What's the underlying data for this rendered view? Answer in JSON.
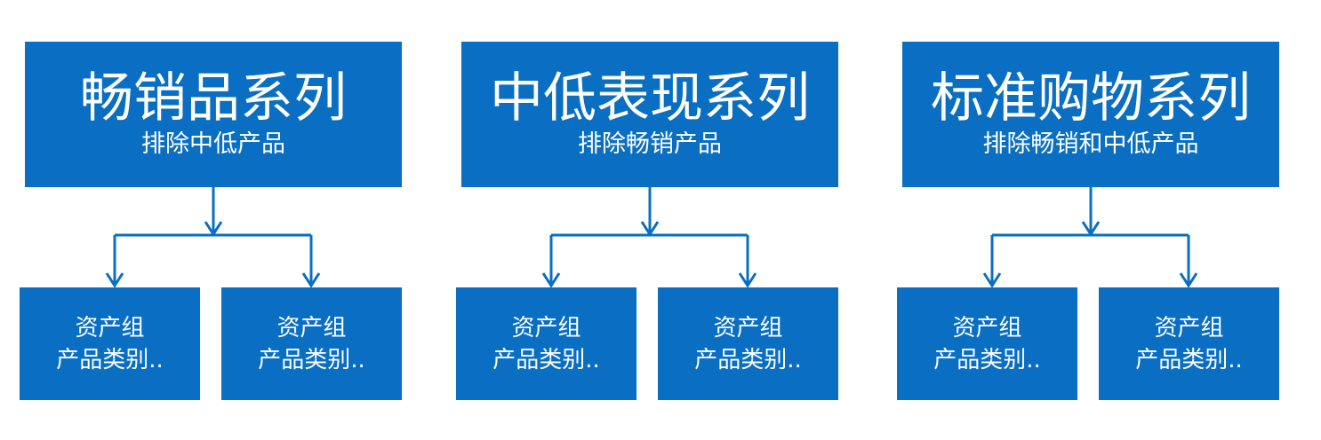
{
  "colors": {
    "box_fill": "#0a6fc2",
    "connector": "#0a6fc2",
    "text": "#ffffff"
  },
  "groups": [
    {
      "title": "畅销品系列",
      "subtitle": "排除中低产品",
      "children": [
        {
          "line1": "资产组",
          "line2": "产品类别.."
        },
        {
          "line1": "资产组",
          "line2": "产品类别.."
        }
      ]
    },
    {
      "title": "中低表现系列",
      "subtitle": "排除畅销产品",
      "children": [
        {
          "line1": "资产组",
          "line2": "产品类别.."
        },
        {
          "line1": "资产组",
          "line2": "产品类别.."
        }
      ]
    },
    {
      "title": "标准购物系列",
      "subtitle": "排除畅销和中低产品",
      "children": [
        {
          "line1": "资产组",
          "line2": "产品类别.."
        },
        {
          "line1": "资产组",
          "line2": "产品类别.."
        }
      ]
    }
  ]
}
